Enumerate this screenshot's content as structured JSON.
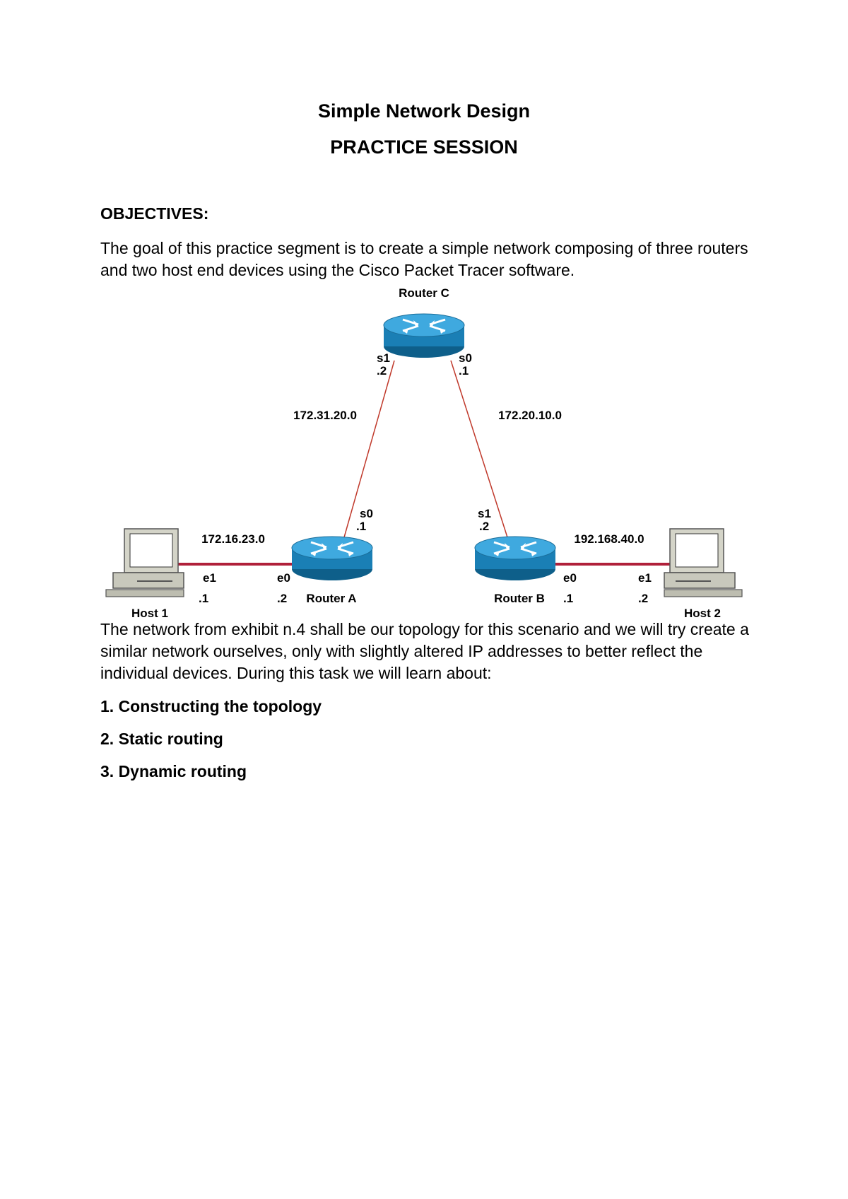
{
  "document": {
    "title": "Simple Network Design",
    "subtitle": "PRACTICE SESSION",
    "objectives_heading": "OBJECTIVES:",
    "intro_paragraph": "The goal of this practice segment is to create a simple network composing of three routers and two host end devices using the Cisco Packet Tracer software.",
    "body_paragraph": " The network from exhibit n.4 shall be our topology for this scenario and we will try create a similar network ourselves, only with slightly altered IP addresses to better reflect the individual devices. During this task we will learn about:",
    "list": [
      "1. Constructing the topology",
      "2. Static routing",
      "3. Dynamic routing"
    ]
  },
  "diagram": {
    "nodes": {
      "router_c": "Router C",
      "router_a": "Router A",
      "router_b": "Router B",
      "host_1": "Host 1",
      "host_2": "Host 2"
    },
    "networks": {
      "c_a": "172.31.20.0",
      "c_b": "172.20.10.0",
      "host1_a": "172.16.23.0",
      "b_host2": "192.168.40.0"
    },
    "interfaces": {
      "c_s1": "s1",
      "c_s1_addr": ".2",
      "c_s0": "s0",
      "c_s0_addr": ".1",
      "a_s0": "s0",
      "a_s0_addr": ".1",
      "b_s1": "s1",
      "b_s1_addr": ".2",
      "h1_e1": "e1",
      "h1_addr": ".1",
      "a_e0": "e0",
      "a_e0_addr": ".2",
      "b_e0": "e0",
      "b_e0_addr": ".1",
      "h2_e1": "e1",
      "h2_addr": ".2"
    },
    "colors": {
      "serial_link": "#c0392b",
      "ethernet_link": "#b0203a",
      "router_body": "#1a7fb5",
      "router_top": "#3fa9df"
    }
  }
}
